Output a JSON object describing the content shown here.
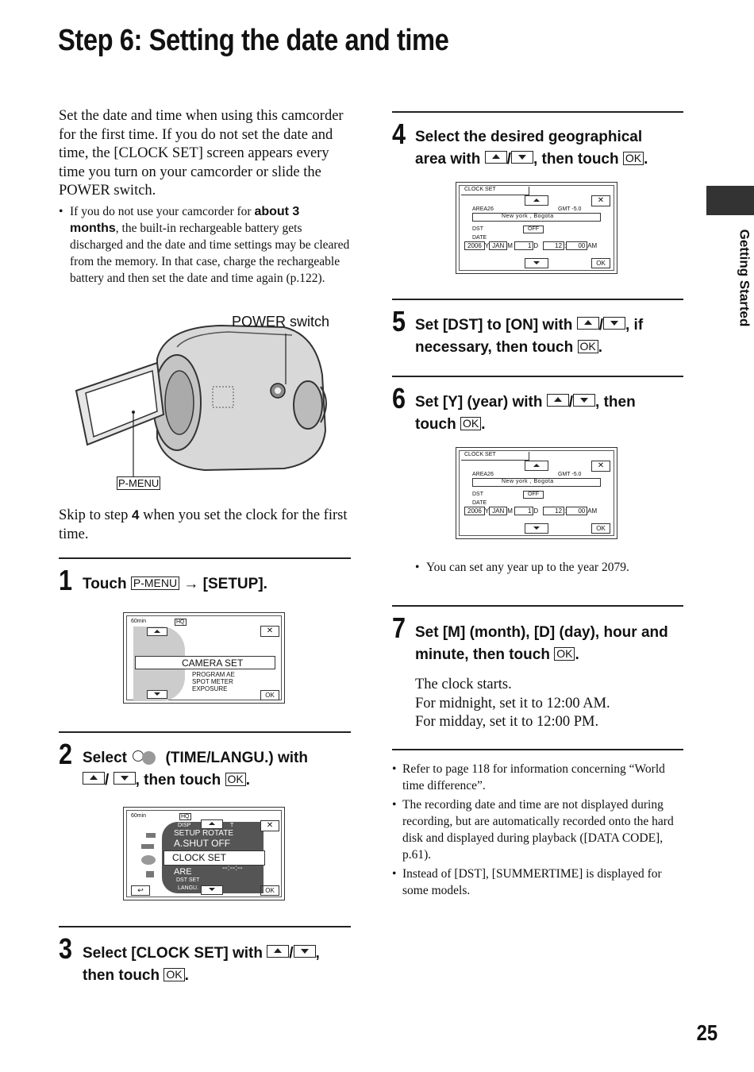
{
  "title": "Step 6: Setting the date and time",
  "intro": {
    "paragraph": "Set the date and time when using this camcorder for the first time. If you do not set the date and time, the [CLOCK SET] screen appears every time you turn on your camcorder or slide the POWER switch.",
    "bullet_pre": "If you do not use your camcorder for ",
    "bullet_bold": "about 3 months",
    "bullet_post": ", the built-in rechargeable battery gets discharged and the date and time settings may be cleared from the memory. In that case, charge the rechargeable battery and then set the date and time again (p.122).",
    "power_label": "POWER switch",
    "pmenu_label": "P-MENU",
    "skip_pre": "Skip to step ",
    "skip_bold": "4",
    "skip_post": " when you set the clock for the first time."
  },
  "steps": {
    "s1": {
      "num": "1",
      "pre": "Touch ",
      "btn": "P-MENU",
      "post": " → [SETUP]."
    },
    "s2": {
      "num": "2",
      "pre": "Select ",
      "mid": " (TIME/LANGU.) with",
      "sep": "/ ",
      "post": ", then touch ",
      "ok": "OK",
      "end": "."
    },
    "s3": {
      "num": "3",
      "pre": "Select [CLOCK SET] with ",
      "sep": "/",
      "post": ",",
      "line2": "then touch ",
      "ok": "OK",
      "end": "."
    },
    "s4": {
      "num": "4",
      "line1": "Select the desired geographical",
      "pre": "area with ",
      "sep": "/",
      "post": ", then touch ",
      "ok": "OK",
      "end": "."
    },
    "s5": {
      "num": "5",
      "pre": "Set [DST] to [ON] with ",
      "sep": "/",
      "post": ", if",
      "line2": "necessary, then touch ",
      "ok": "OK",
      "end": "."
    },
    "s6": {
      "num": "6",
      "pre": "Set [Y] (year) with ",
      "sep": "/",
      "post": ", then",
      "line2": "touch ",
      "ok": "OK",
      "end": ".",
      "note": "You can set any year up to the year 2079."
    },
    "s7": {
      "num": "7",
      "line1": "Set [M] (month), [D] (day), hour and",
      "line2": "minute, then touch ",
      "ok": "OK",
      "end": ".",
      "body1": "The clock starts.",
      "body2": "For midnight, set it to 12:00 AM.",
      "body3": "For midday, set it to 12:00 PM."
    }
  },
  "screens": {
    "setup": {
      "battery": "60min",
      "hq": "HQ",
      "item": "CAMERA SET",
      "sub1": "PROGRAM AE",
      "sub2": "SPOT METER",
      "sub3": "EXPOSURE",
      "ok": "OK"
    },
    "time": {
      "battery": "60min",
      "hq": "HQ",
      "r0": "DISP",
      "r0b": "T",
      "r1": "SETUP ROTATE",
      "r2": "A.SHUT OFF",
      "r3": "CLOCK SET",
      "r4": "ARE",
      "r4b": "--:--:--",
      "r5": "DST SET",
      "r6": "LANGU.",
      "ok": "OK"
    },
    "clock": {
      "title": "CLOCK SET",
      "area": "AREA26",
      "gmt": "GMT  -5.0",
      "city": "New york ,  Bogota",
      "dst": "DST",
      "dstval": "OFF",
      "date": "DATE",
      "year": "2006",
      "y": "Y",
      "month": "JAN",
      "m": "M",
      "day": "1",
      "d": "D",
      "hour": "12",
      "colon": ":",
      "min": "00",
      "ampm": "AM",
      "ok": "OK"
    }
  },
  "notes": {
    "n1": "Refer to page 118 for information concerning “World time difference”.",
    "n2": "The recording date and time are not displayed during recording, but are automatically recorded onto the hard disk and displayed during playback ([DATA CODE], p.61).",
    "n3": "Instead of [DST], [SUMMERTIME] is displayed for some models."
  },
  "side_label": "Getting Started",
  "page_number": "25"
}
